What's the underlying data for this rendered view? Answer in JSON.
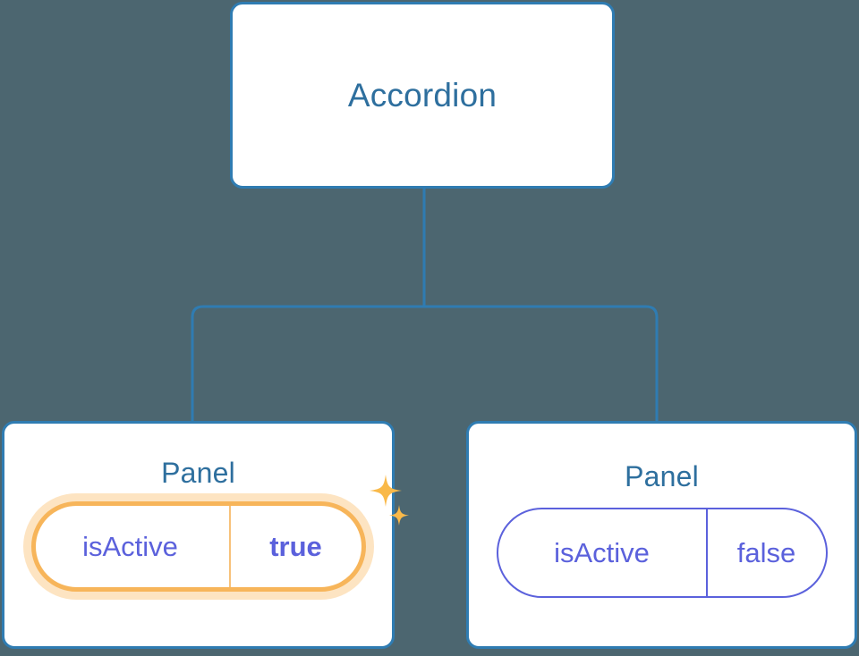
{
  "diagram": {
    "background_color": "#4c6670",
    "node_border_color": "#2f7cb2",
    "node_title_color": "#2e6f9e",
    "connector_color": "#2f7cb2",
    "prop_text_color": "#5b61dc",
    "highlight_color": "#f7b55a",
    "highlight_glow_color": "#fbdda8"
  },
  "root": {
    "title": "Accordion"
  },
  "children": [
    {
      "title": "Panel",
      "highlighted": true,
      "prop": {
        "name": "isActive",
        "value": "true"
      },
      "sparkle_icon": "sparkles-icon"
    },
    {
      "title": "Panel",
      "highlighted": false,
      "prop": {
        "name": "isActive",
        "value": "false"
      }
    }
  ]
}
